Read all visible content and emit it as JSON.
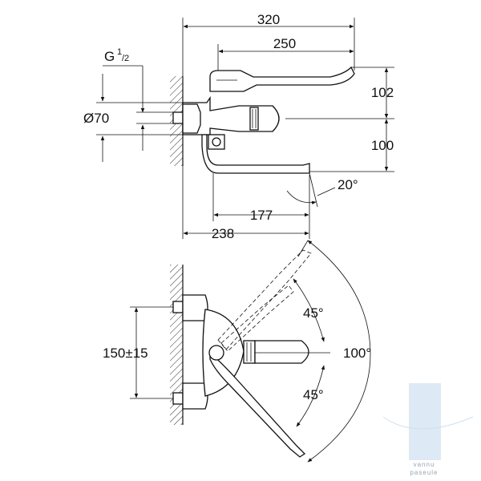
{
  "top_view": {
    "dim_320": "320",
    "dim_250": "250",
    "dim_102": "102",
    "dim_100": "100",
    "dim_177": "177",
    "dim_238": "238",
    "angle_20": "20°",
    "thread_main": "G",
    "thread_num": "1",
    "thread_den": "/2",
    "dia_symbol": "Ø",
    "dia_value": "70"
  },
  "bottom_view": {
    "spacing": "150±15",
    "angle_45_top": "45°",
    "angle_45_bottom": "45°",
    "angle_100": "100°"
  },
  "watermark": {
    "line1": "vannu",
    "line2": "paseule"
  },
  "colors": {
    "line": "#111111",
    "watermark": "#9aa6b2",
    "watermark_bar": "#cfe0ef"
  }
}
